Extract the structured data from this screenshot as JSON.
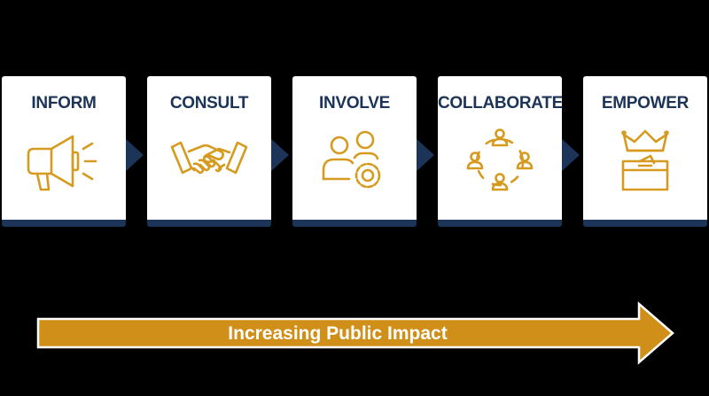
{
  "stages": [
    {
      "title": "INFORM",
      "icon": "megaphone-icon"
    },
    {
      "title": "CONSULT",
      "icon": "handshake-icon"
    },
    {
      "title": "INVOLVE",
      "icon": "people-gear-icon"
    },
    {
      "title": "COLLABORATE",
      "icon": "people-circle-icon"
    },
    {
      "title": "EMPOWER",
      "icon": "crown-ballot-box-icon"
    }
  ],
  "arrow": {
    "label": "Increasing Public Impact"
  },
  "colors": {
    "background": "#000000",
    "card": "#ffffff",
    "navy": "#1b3458",
    "gold": "#d69a1e",
    "arrow_fill": "#d08f18",
    "arrow_label": "#ffffff"
  }
}
